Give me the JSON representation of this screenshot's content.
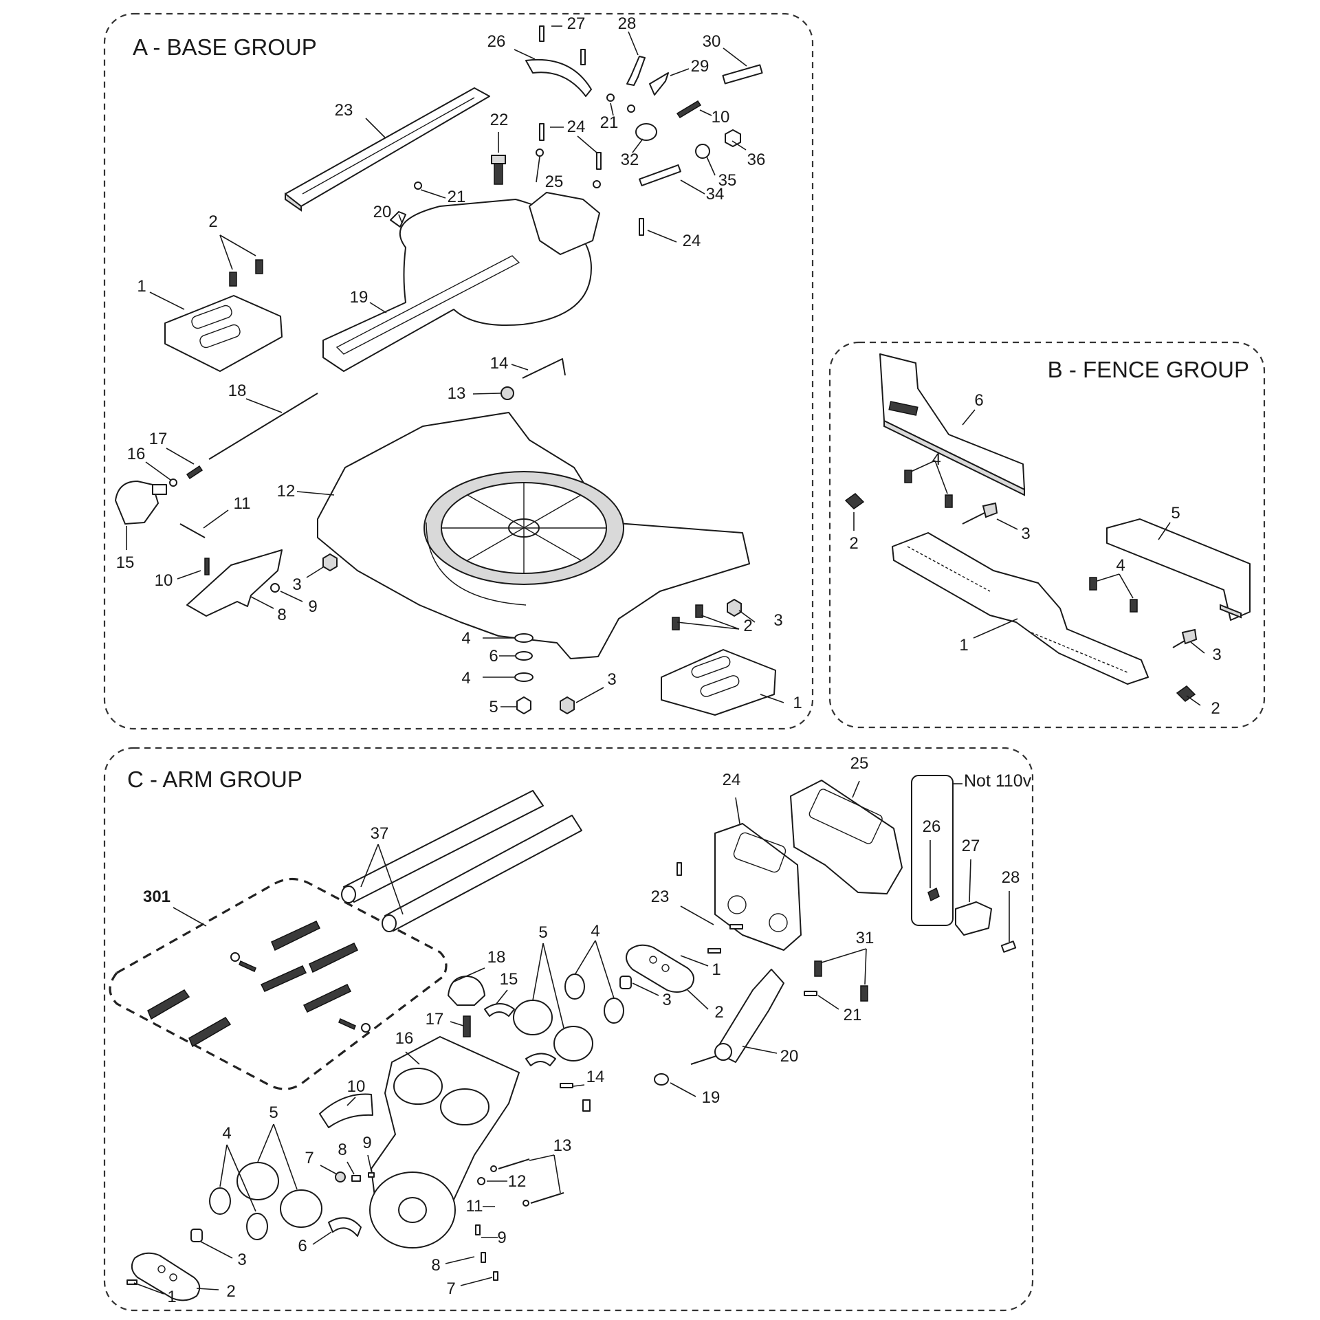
{
  "groups": {
    "a": {
      "title": "A - BASE GROUP"
    },
    "b": {
      "title": "B - FENCE GROUP"
    },
    "c": {
      "title": "C - ARM GROUP"
    }
  },
  "callouts": {
    "a": [
      "27",
      "28",
      "26",
      "30",
      "29",
      "21",
      "10",
      "23",
      "22",
      "24",
      "32",
      "36",
      "25",
      "35",
      "34",
      "21",
      "20",
      "24",
      "2",
      "1",
      "19",
      "14",
      "13",
      "18",
      "17",
      "16",
      "12",
      "11",
      "15",
      "10",
      "3",
      "9",
      "8",
      "2",
      "3",
      "4",
      "6",
      "4",
      "3",
      "5",
      "1"
    ],
    "b": [
      "6",
      "4",
      "2",
      "3",
      "5",
      "4",
      "1",
      "3",
      "2"
    ],
    "c": [
      "24",
      "25",
      "26",
      "27",
      "28",
      "37",
      "301",
      "23",
      "1",
      "18",
      "5",
      "4",
      "15",
      "3",
      "2",
      "31",
      "17",
      "21",
      "16",
      "14",
      "20",
      "19",
      "10",
      "5",
      "4",
      "13",
      "7",
      "8",
      "9",
      "12",
      "11",
      "9",
      "3",
      "6",
      "8",
      "7",
      "1",
      "2"
    ]
  },
  "notes": {
    "not_110v": "Not 110v"
  },
  "colors": {
    "line": "#1a1a1a",
    "shade": "#d9d9d9",
    "background": "#ffffff"
  }
}
